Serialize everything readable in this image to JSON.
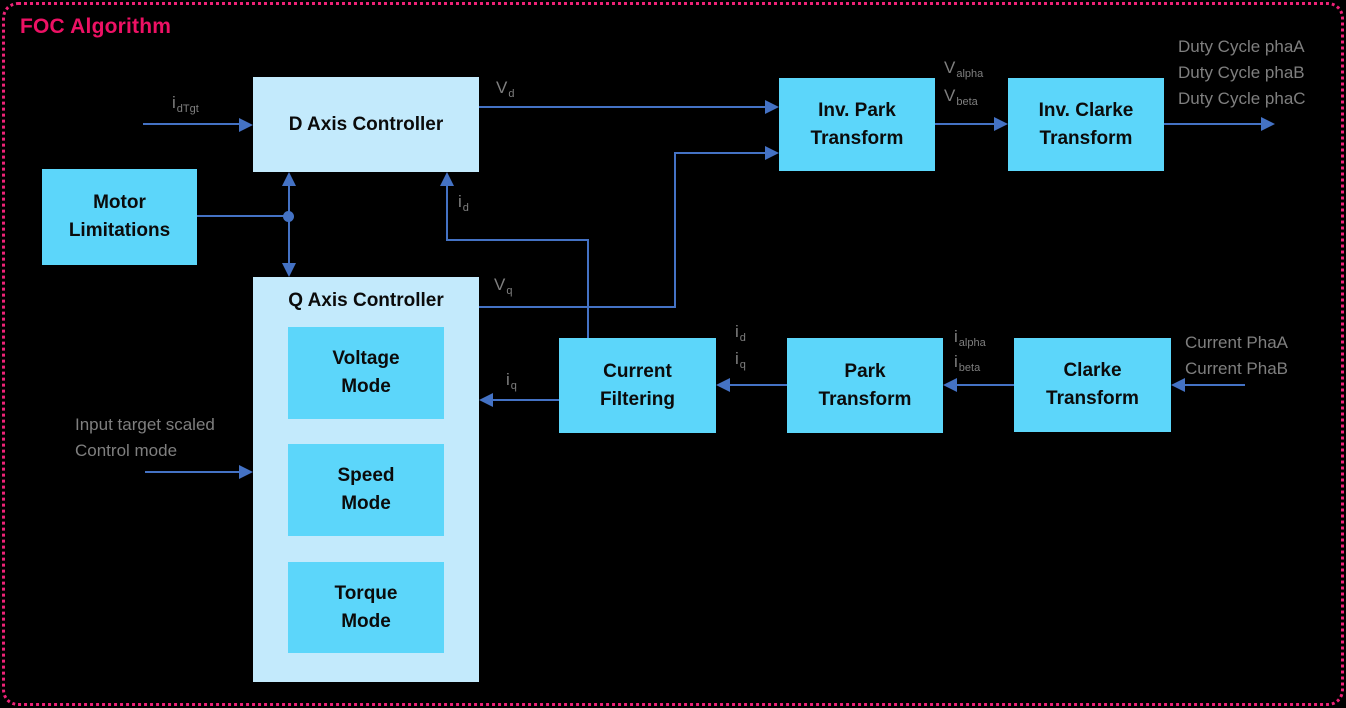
{
  "title": "FOC Algorithm",
  "colors": {
    "background": "#000000",
    "border_pink": "#ee2277",
    "title_pink": "#ed1164",
    "box_light_blue": "#c3eafc",
    "box_medium_blue": "#5cd6fa",
    "connector_blue": "#4472c4",
    "label_gray": "#7f7f7f",
    "box_text": "#0b0b0b"
  },
  "blocks": {
    "d_axis": "D Axis Controller",
    "motor_limitations": "Motor\nLimitations",
    "q_axis": "Q Axis Controller",
    "voltage_mode": "Voltage\nMode",
    "speed_mode": "Speed\nMode",
    "torque_mode": "Torque\nMode",
    "inv_park": "Inv. Park\nTransform",
    "inv_clarke": "Inv. Clarke\nTransform",
    "current_filtering": "Current\nFiltering",
    "park": "Park\nTransform",
    "clarke": "Clarke\nTransform"
  },
  "signals": {
    "id_tgt": {
      "main": "i",
      "sub": "dTgt"
    },
    "vd": {
      "main": "V",
      "sub": "d"
    },
    "vq": {
      "main": "V",
      "sub": "q"
    },
    "id_fb": {
      "main": "i",
      "sub": "d"
    },
    "iq_fb": {
      "main": "i",
      "sub": "q"
    },
    "id_mid": {
      "main": "i",
      "sub": "d"
    },
    "iq_mid": {
      "main": "i",
      "sub": "q"
    },
    "v_alpha": {
      "main": "V",
      "sub": "alpha"
    },
    "v_beta": {
      "main": "V",
      "sub": "beta"
    },
    "i_alpha": {
      "main": "i",
      "sub": "alpha"
    },
    "i_beta": {
      "main": "i",
      "sub": "beta"
    }
  },
  "io_labels": {
    "duty_a": "Duty Cycle phaA",
    "duty_b": "Duty Cycle phaB",
    "duty_c": "Duty Cycle phaC",
    "current_a": "Current PhaA",
    "current_b": "Current PhaB",
    "input_target": "Input target scaled",
    "control_mode": "Control mode"
  }
}
